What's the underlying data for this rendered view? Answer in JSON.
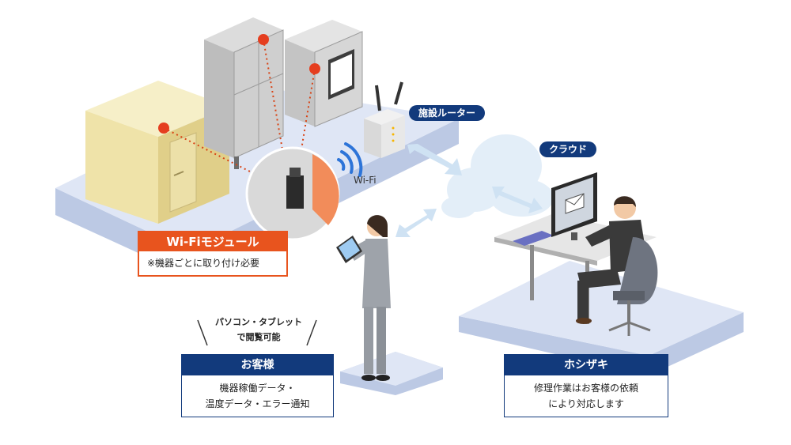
{
  "labels": {
    "router_tag": "施設ルーター",
    "cloud_tag": "クラウド",
    "wifi_text": "Wi-Fi",
    "note_line1": "パソコン・タブレット",
    "note_line2": "で閲覧可能"
  },
  "cards": {
    "wifi_module": {
      "title": "Wi-Fiモジュール",
      "line1": "※機器ごとに取り付け必要"
    },
    "customer": {
      "title": "お客様",
      "line1": "機器稼働データ・",
      "line2": "温度データ・エラー通知"
    },
    "hoshizaki": {
      "title": "ホシザキ",
      "line1": "修理作業はお客様の依頼",
      "line2": "により対応します"
    }
  },
  "colors": {
    "navy": "#123a7c",
    "orange": "#e8541e",
    "floor": "#dfe6f5",
    "cloud": "#e3eef8",
    "arrow": "#cfe2f3"
  },
  "icons": [
    "refrigerator-icon",
    "freezer-icon",
    "oven-icon",
    "router-icon",
    "wifi-icon",
    "cloud-icon",
    "tablet-icon",
    "monitor-icon",
    "mail-icon",
    "office-chair-icon"
  ]
}
